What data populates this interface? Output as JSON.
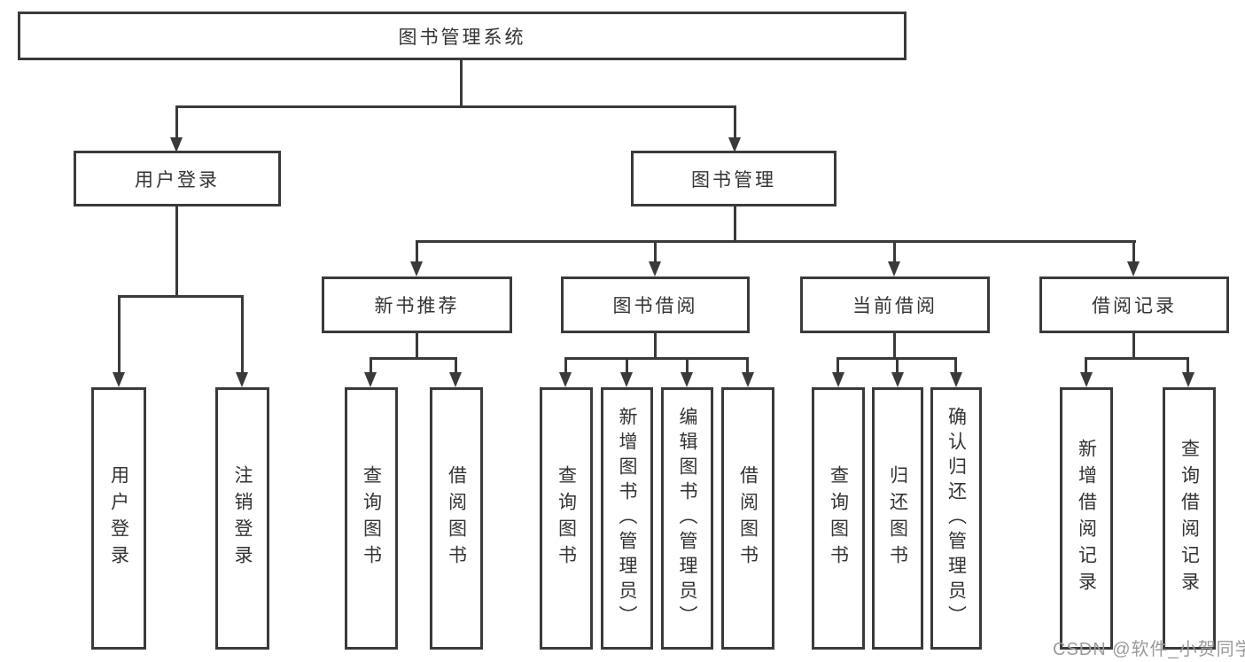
{
  "diagram_type": "tree",
  "tree": {
    "root": {
      "label": "图书管理系统",
      "children": [
        {
          "label": "用户登录",
          "children": [
            {
              "label": "用户登录"
            },
            {
              "label": "注销登录"
            }
          ]
        },
        {
          "label": "图书管理",
          "children": [
            {
              "label": "新书推荐",
              "children": [
                {
                  "label": "查询图书"
                },
                {
                  "label": "借阅图书"
                }
              ]
            },
            {
              "label": "图书借阅",
              "children": [
                {
                  "label": "查询图书"
                },
                {
                  "label": "新增图书（管理员）"
                },
                {
                  "label": "编辑图书（管理员）"
                },
                {
                  "label": "借阅图书"
                }
              ]
            },
            {
              "label": "当前借阅",
              "children": [
                {
                  "label": "查询图书"
                },
                {
                  "label": "归还图书"
                },
                {
                  "label": "确认归还（管理员）"
                }
              ]
            },
            {
              "label": "借阅记录",
              "children": [
                {
                  "label": "新增借阅记录"
                },
                {
                  "label": "查询借阅记录"
                }
              ]
            }
          ]
        }
      ]
    }
  },
  "watermark": {
    "text": "CSDN @软件_小贺同学"
  },
  "colors": {
    "line": "#3a3a3a",
    "box_border": "#3a3a3a",
    "text": "#333333",
    "watermark": "#9b9b9b",
    "background": "#ffffff"
  }
}
